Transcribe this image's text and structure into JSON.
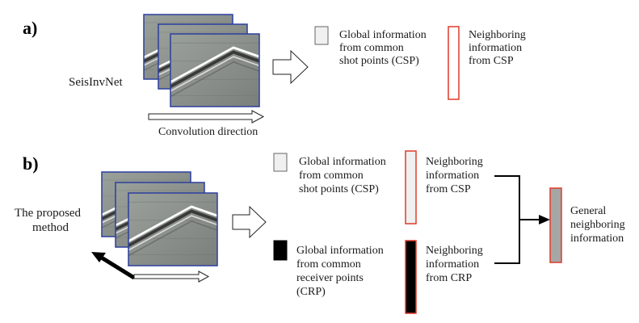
{
  "panel_a": {
    "label": "a)",
    "network_name": "SeisInvNet",
    "direction_label": "Convolution direction",
    "legend": [
      {
        "lines": [
          "Global information",
          "from common",
          "shot points (CSP)"
        ]
      },
      {
        "lines": [
          "Neighboring",
          "information",
          "from CSP"
        ]
      }
    ]
  },
  "panel_b": {
    "label": "b)",
    "method_lines": [
      "The proposed",
      "method"
    ],
    "items": [
      {
        "lines": [
          "Global information",
          "from common",
          "shot points (CSP)"
        ]
      },
      {
        "lines": [
          "Neighboring",
          "information",
          "from CSP"
        ]
      },
      {
        "lines": [
          "Global information",
          "from common",
          "receiver points",
          "(CRP)"
        ]
      },
      {
        "lines": [
          "Neighboring",
          "information",
          "from CRP"
        ]
      },
      {
        "lines": [
          "General",
          "neighboring",
          "information"
        ]
      }
    ]
  },
  "colors": {
    "frame_border": "#2b3f9e",
    "seismic_gray": "#8a8e8a",
    "light_box_fill": "#f0f0f0",
    "red_outline": "#e03a2a",
    "dark_fill": "#000000",
    "merged_fill": "#a6a6a6"
  }
}
